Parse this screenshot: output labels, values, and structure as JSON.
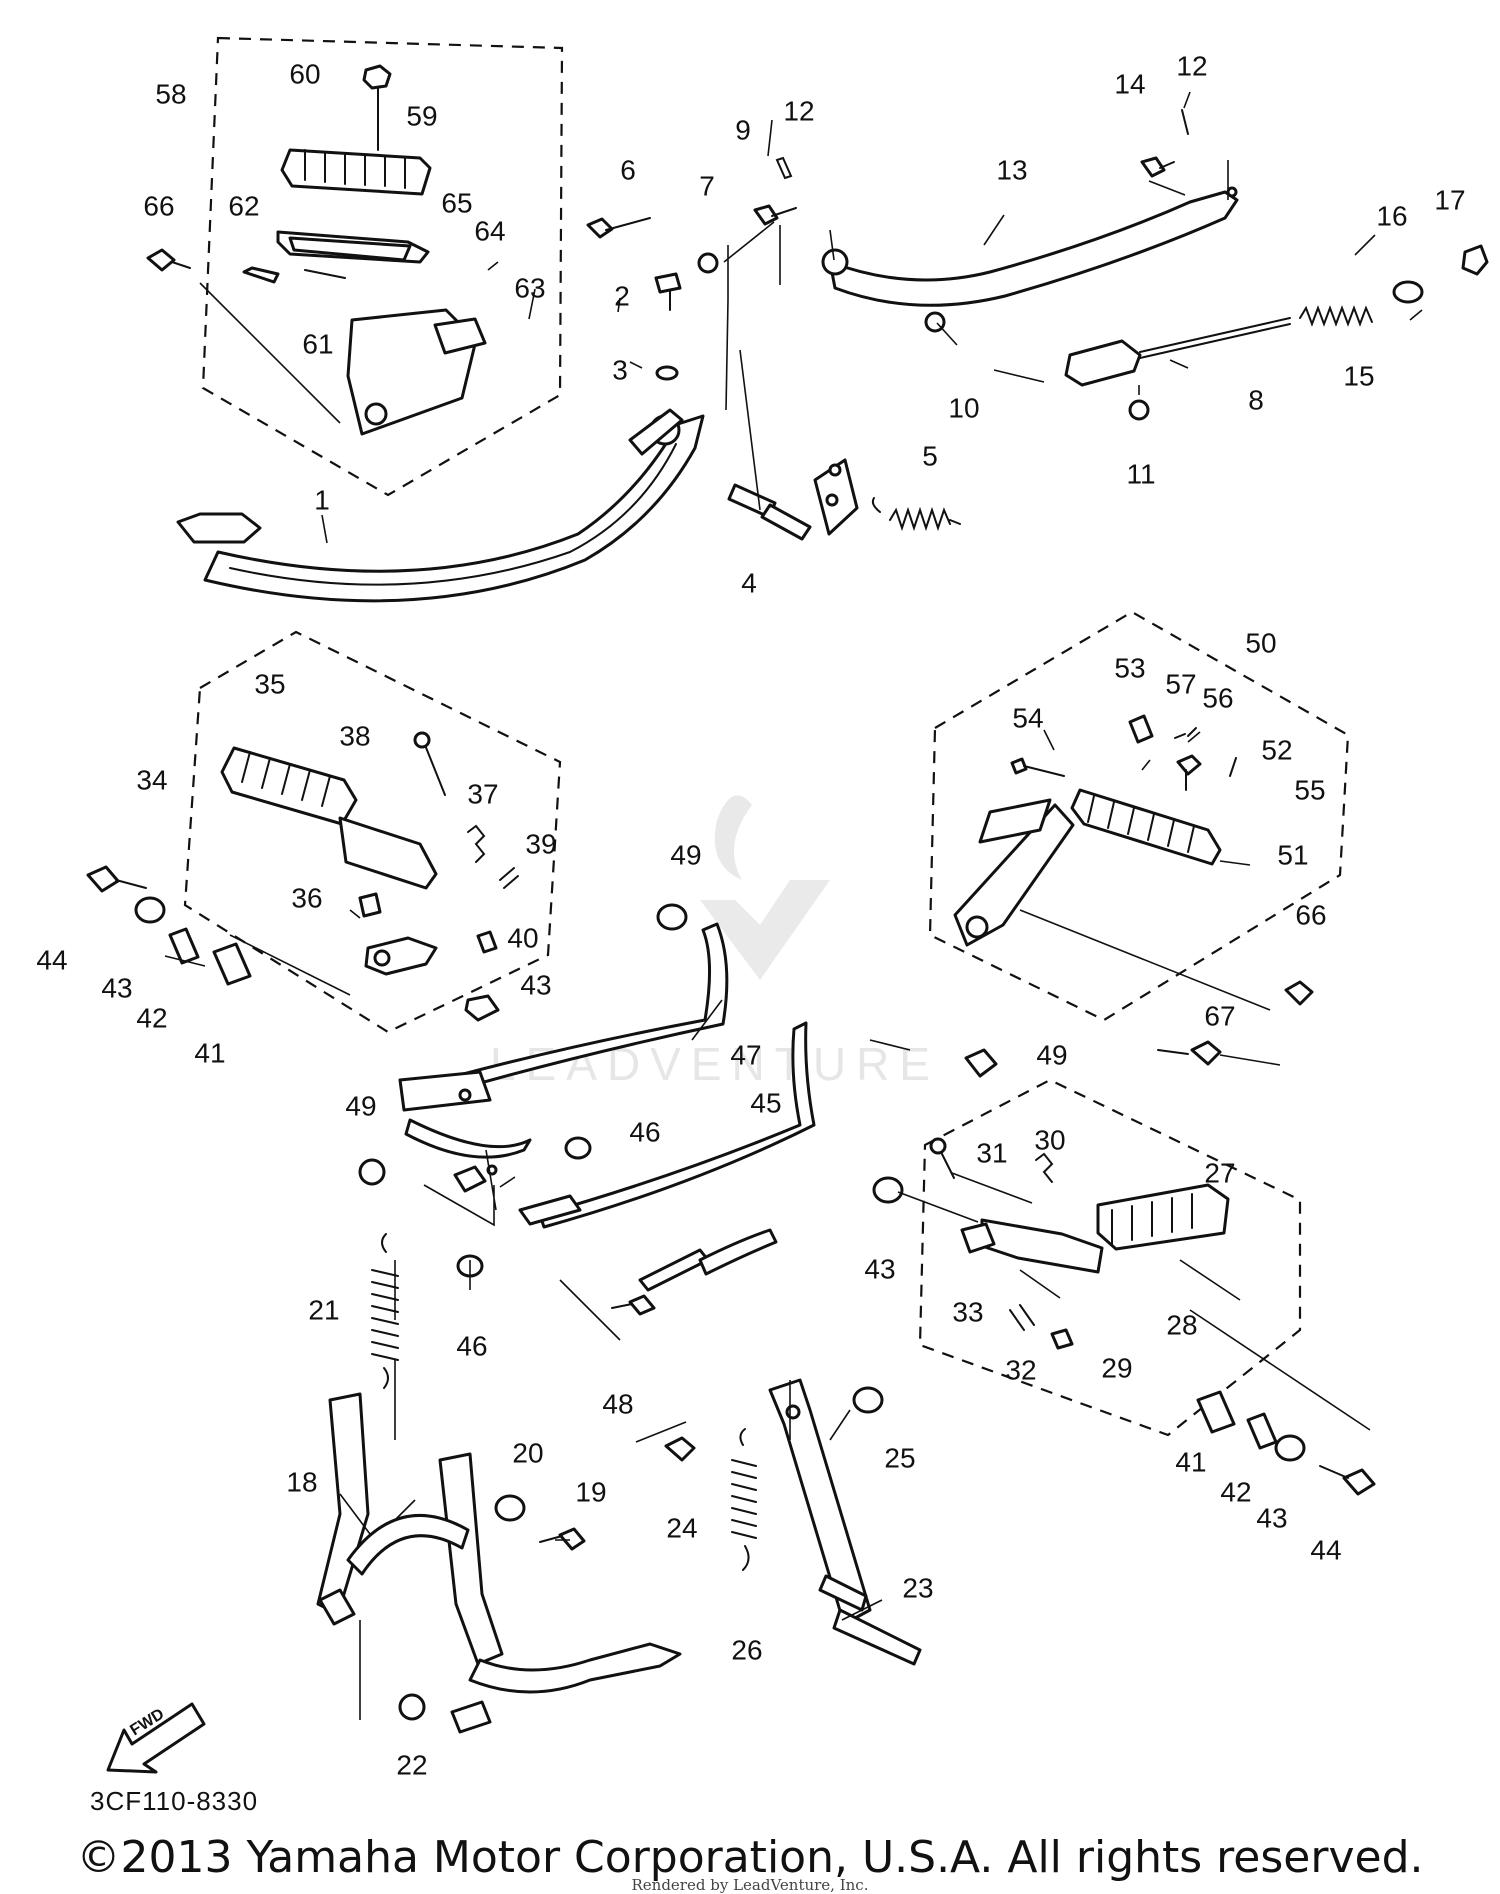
{
  "diagram": {
    "code": "3CF110-8330",
    "copyright": "©2013 Yamaha Motor Corporation, U.S.A. All rights reserved.",
    "rendered_by": "Rendered by LeadVenture, Inc.",
    "watermark": "LEADVENTURE",
    "fwd_label": "FWD",
    "callouts": [
      "1",
      "2",
      "3",
      "4",
      "5",
      "6",
      "7",
      "8",
      "9",
      "10",
      "11",
      "12",
      "12",
      "13",
      "14",
      "15",
      "16",
      "17",
      "18",
      "19",
      "20",
      "21",
      "22",
      "23",
      "24",
      "25",
      "26",
      "27",
      "28",
      "29",
      "30",
      "31",
      "32",
      "33",
      "34",
      "35",
      "36",
      "37",
      "38",
      "39",
      "40",
      "41",
      "41",
      "42",
      "42",
      "43",
      "43",
      "43",
      "43",
      "44",
      "44",
      "45",
      "46",
      "46",
      "47",
      "48",
      "49",
      "49",
      "49",
      "50",
      "51",
      "52",
      "53",
      "54",
      "55",
      "56",
      "57",
      "58",
      "59",
      "60",
      "61",
      "62",
      "63",
      "64",
      "65",
      "66",
      "66",
      "67"
    ]
  }
}
